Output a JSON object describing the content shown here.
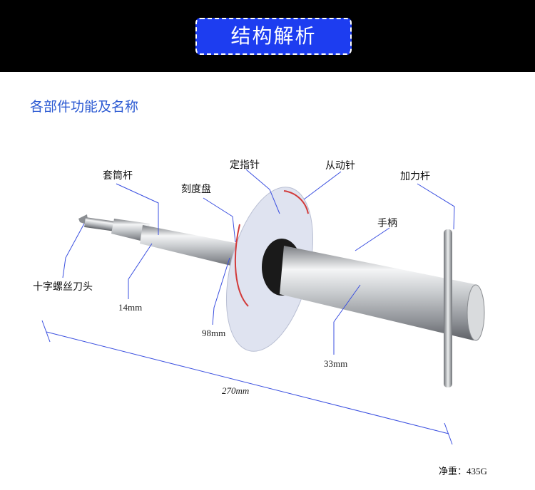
{
  "header": {
    "title": "结构解析"
  },
  "section_title": "各部件功能及名称",
  "parts": {
    "pointer": "定指针",
    "follower": "从动针",
    "force_bar": "加力杆",
    "socket_shaft": "套筒杆",
    "dial": "刻度盘",
    "handle": "手柄",
    "bit": "十字螺丝刀头"
  },
  "dimensions": {
    "shaft_dia": "14mm",
    "dial_dia": "98mm",
    "handle_dia": "33mm",
    "length": "270mm"
  },
  "weight": "净重：435G",
  "colors": {
    "accent": "#1d3df0",
    "line": "#3a4fe0",
    "header_bg": "#000000"
  }
}
